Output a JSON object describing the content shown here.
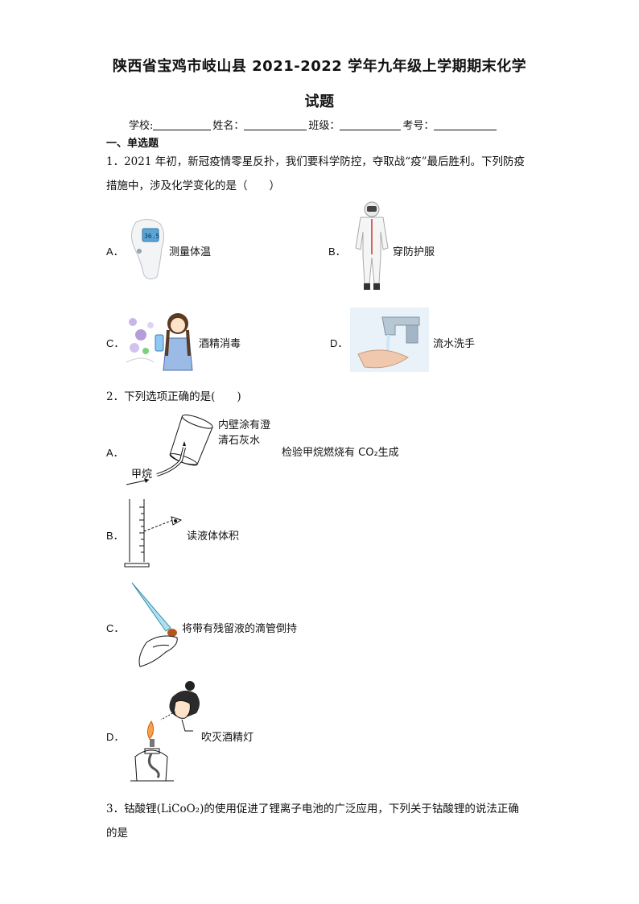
{
  "title_line1": "陕西省宝鸡市岐山县 2021-2022 学年九年级上学期期末化学",
  "title_line2": "试题",
  "info": {
    "school": "学校:",
    "name": "姓名：",
    "class": "班级：",
    "number": "考号："
  },
  "section": "一、单选题",
  "q1": {
    "text": "1．2021 年初，新冠疫情零星反扑，我们要科学防控，夺取战“疫”最后胜利。下列防疫措施中，涉及化学变化的是（　　）",
    "options": [
      {
        "letter": "A．",
        "caption": "测量体温"
      },
      {
        "letter": "B．",
        "caption": "穿防护服"
      },
      {
        "letter": "C．",
        "caption": "酒精消毒"
      },
      {
        "letter": "D．",
        "caption": "流水洗手"
      }
    ],
    "thermo_display": "36.5"
  },
  "q2": {
    "text": "2．下列选项正确的是(　　)",
    "A": {
      "letter": "A．",
      "label1": "内壁涂有澄",
      "label2": "清石灰水",
      "gas": "甲烷",
      "caption": "检验甲烷燃烧有 CO₂生成"
    },
    "B": {
      "letter": "B．",
      "caption": "读液体体积"
    },
    "C": {
      "letter": "C．",
      "caption": "将带有残留液的滴管倒持"
    },
    "D": {
      "letter": "D．",
      "caption": "吹灭酒精灯"
    }
  },
  "q3": {
    "line1": "3．钴酸锂(LiCoO₂)的使用促进了锂离子电池的广泛应用，下列关于钴酸锂的说法正确",
    "line2": "的是"
  }
}
